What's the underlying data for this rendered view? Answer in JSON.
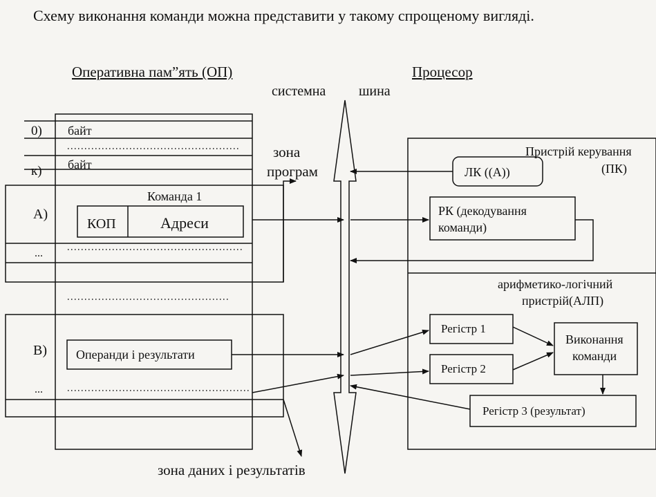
{
  "intro": "Схему виконання команди можна представити у такому спрощеному вигляді.",
  "memory": {
    "title": "Оперативна пам”ять (ОП)",
    "rows": [
      {
        "addr": "0)",
        "text": "байт"
      },
      {
        "addr": "к)",
        "text": "байт"
      }
    ],
    "zone_a_label": "А)",
    "command_title": "Команда 1",
    "kop": "КОП",
    "addresses": "Адреси",
    "zone_b_label": "В)",
    "operands": "Операнди і результати",
    "dots_short": "...",
    "dots_line": "......................................"
  },
  "bus": {
    "label_left": "системна",
    "label_right": "шина"
  },
  "zone_program": {
    "line1": "зона",
    "line2": "програм"
  },
  "zone_data": "зона даних і результатів",
  "processor": {
    "title": "Процесор",
    "control_unit": {
      "line1": "Пристрій керування",
      "line2": "(ПК)"
    },
    "lk": "ЛК ((А))",
    "rk": {
      "line1": "РК (декодування",
      "line2": "команди)"
    },
    "alu": {
      "line1": "арифметико-логічний",
      "line2": "пристрій(АЛП)"
    },
    "reg1": "Регістр 1",
    "reg2": "Регістр 2",
    "exec": {
      "line1": "Виконання",
      "line2": "команди"
    },
    "reg3": "Регістр 3 (результат)"
  }
}
